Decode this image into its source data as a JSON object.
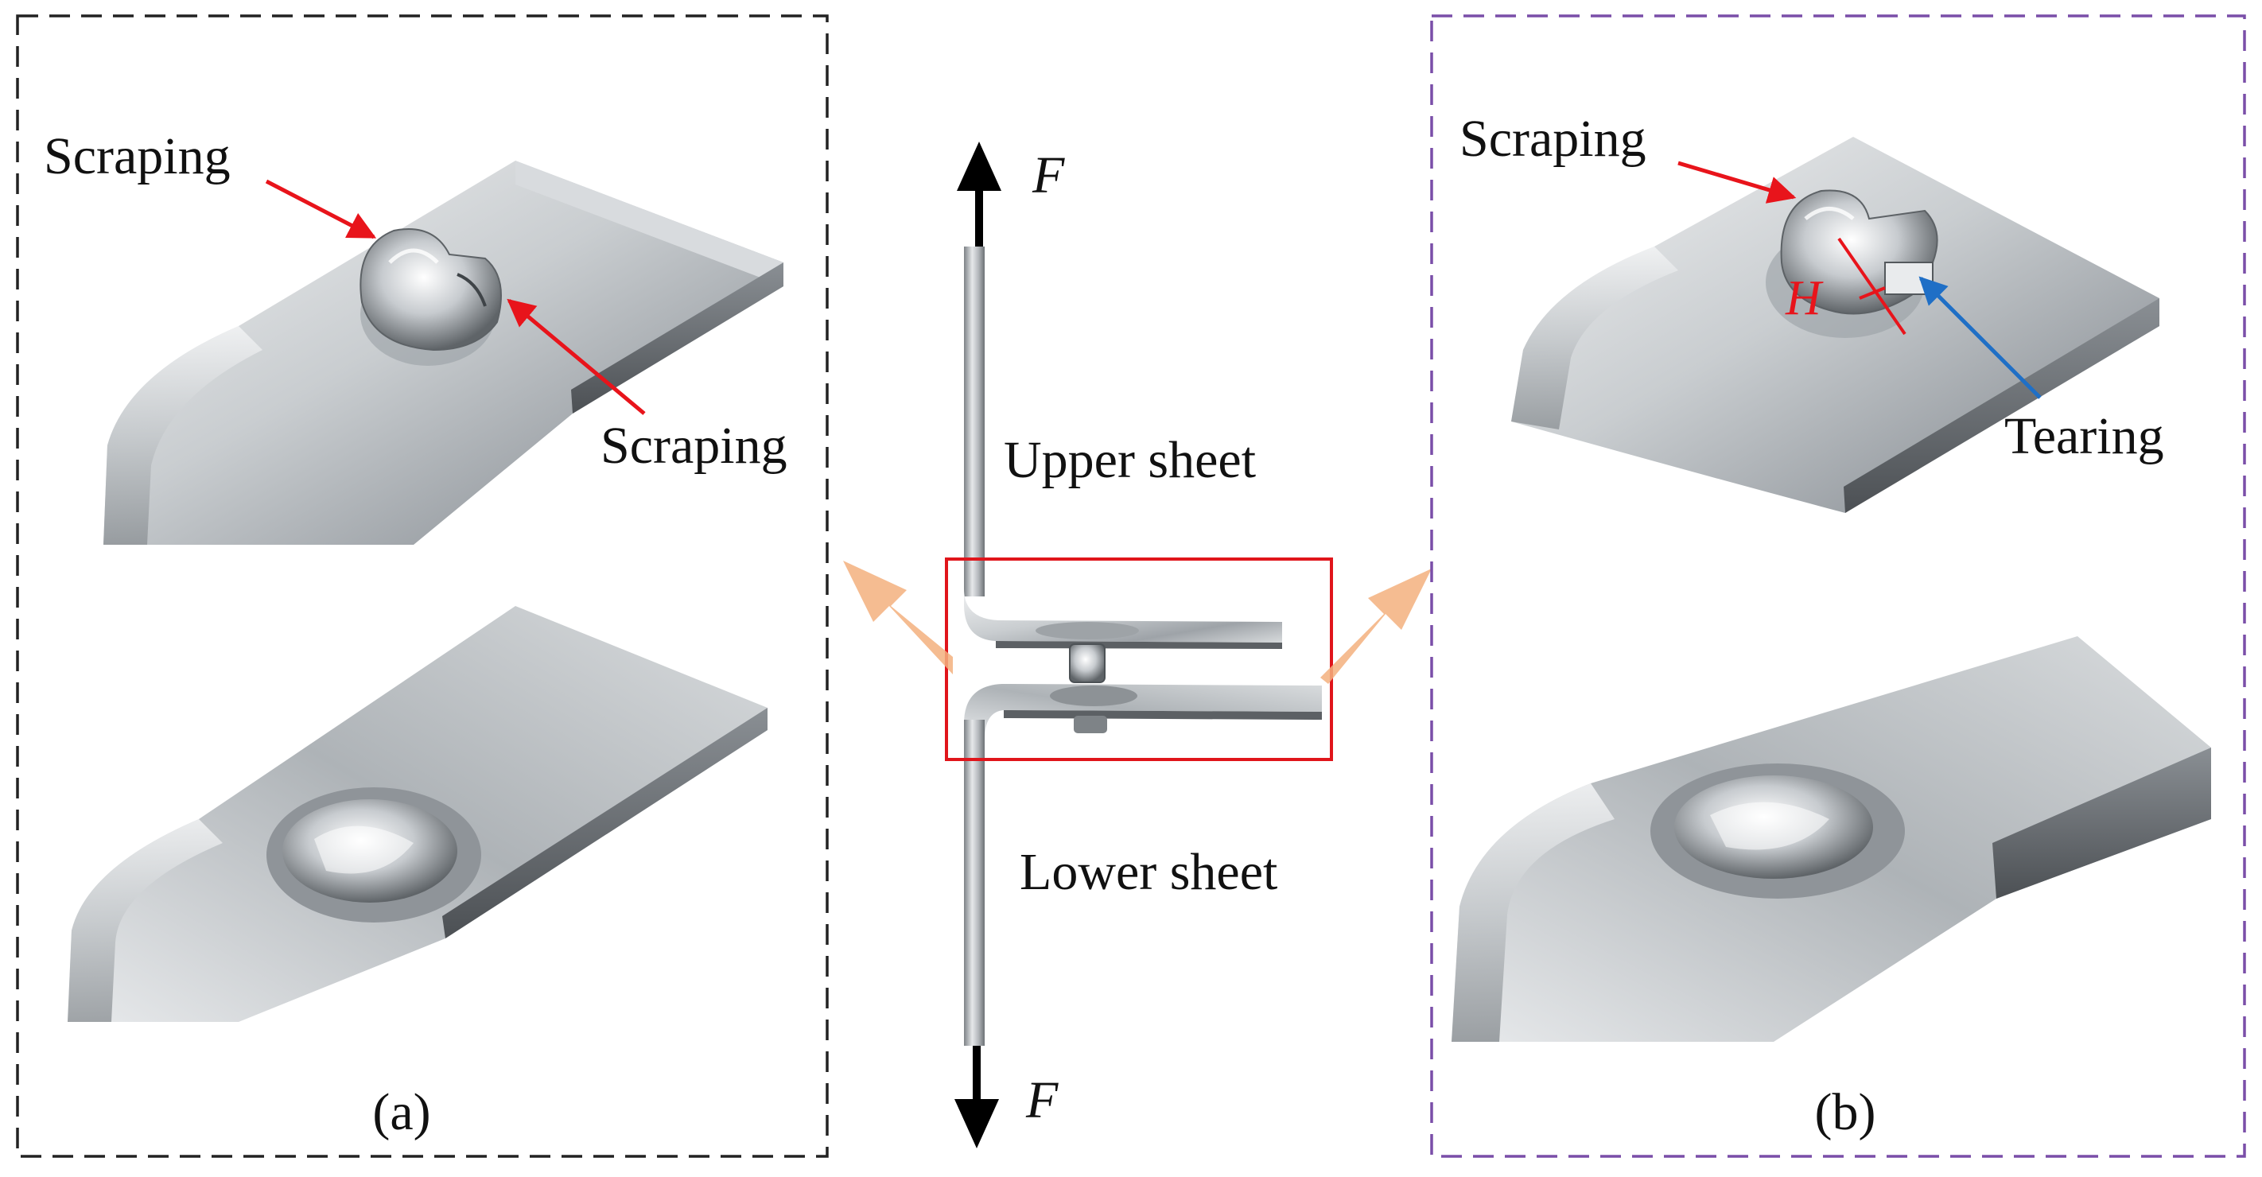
{
  "panel_a": {
    "label_scraping_top": "Scraping",
    "label_scraping_side": "Scraping",
    "caption": "(a)"
  },
  "panel_b": {
    "label_scraping": "Scraping",
    "label_tearing": "Tearing",
    "label_height": "H",
    "caption": "(b)"
  },
  "center": {
    "force_top": "F",
    "force_bottom": "F",
    "upper_sheet": "Upper sheet",
    "lower_sheet": "Lower sheet"
  },
  "colors": {
    "panel_a_border": "#222222",
    "panel_b_border": "#7a4ea8",
    "scraping_arrow": "#e8141b",
    "tearing_arrow": "#1f6fc6",
    "highlight_box": "#e0151b",
    "orange_arrow": "#f3b07e",
    "metal_light": "#e3e5e7",
    "metal_mid": "#b8bcc0",
    "metal_dark": "#6e7378"
  }
}
